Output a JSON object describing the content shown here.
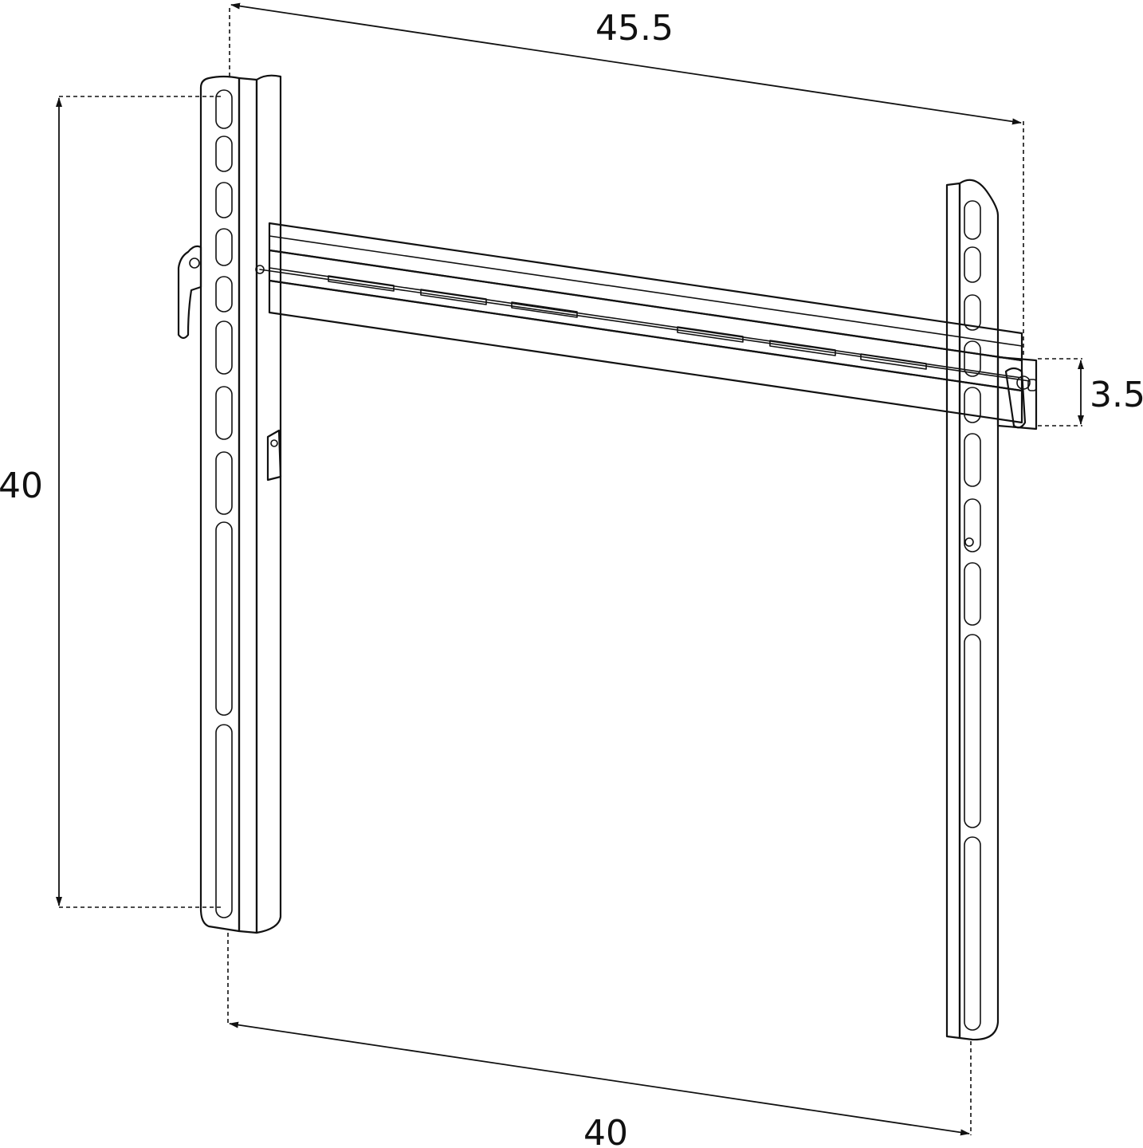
{
  "dimensions": {
    "top_width": "45.5",
    "height": "40",
    "depth": "3.5",
    "bottom_width": "40"
  },
  "colors": {
    "line": "#111111",
    "background": "#ffffff"
  }
}
